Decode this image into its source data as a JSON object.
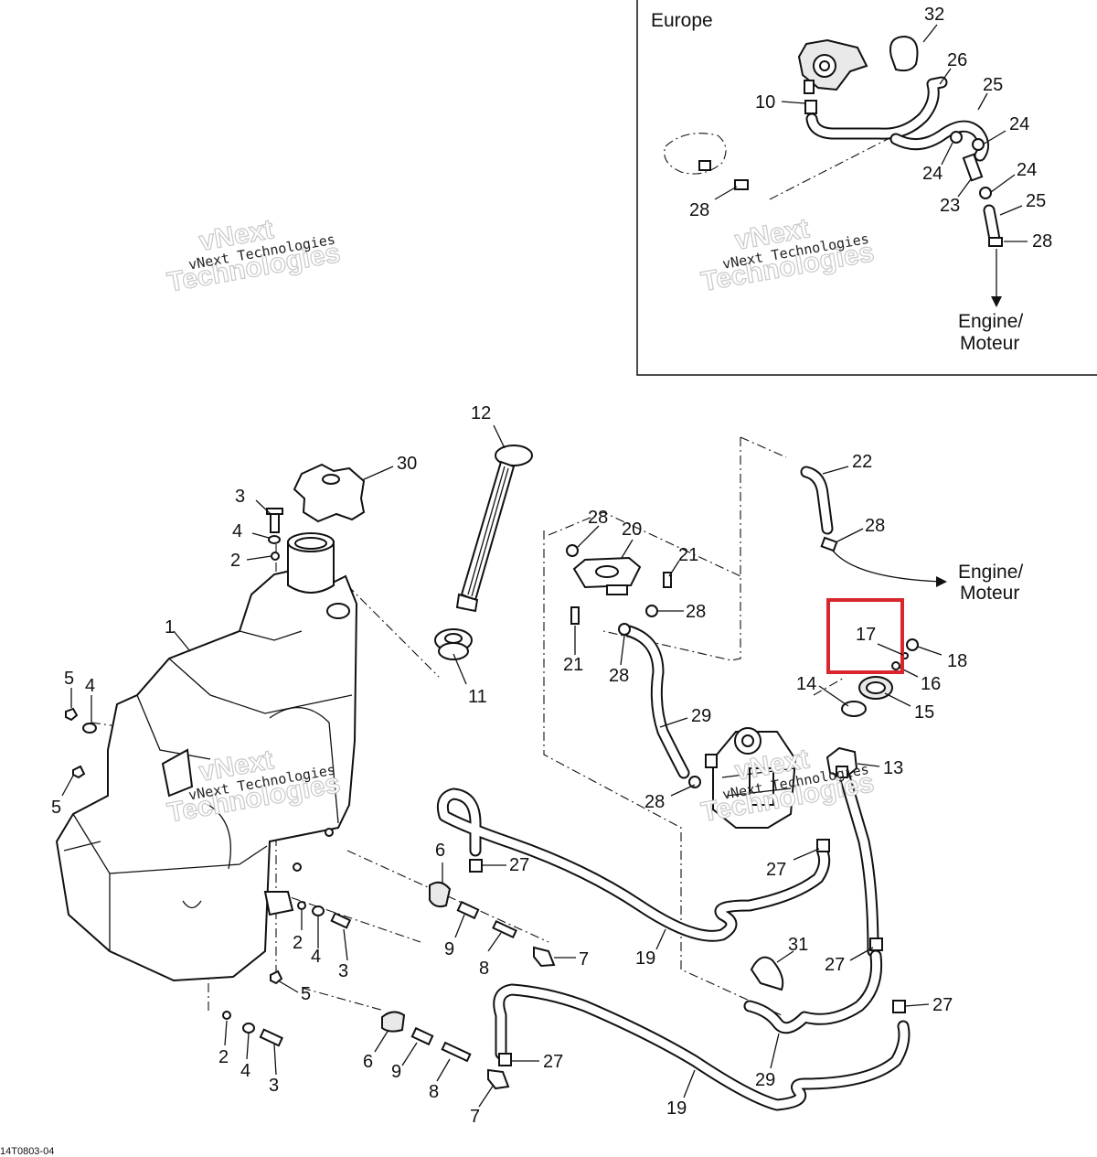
{
  "inset": {
    "region_label": "Europe",
    "destination_label_line1": "Engine/",
    "destination_label_line2": "Moteur",
    "callouts": [
      "32",
      "26",
      "25",
      "10",
      "24",
      "24",
      "24",
      "23",
      "25",
      "28",
      "28"
    ]
  },
  "main": {
    "destination_label_line1": "Engine/",
    "destination_label_line2": "Moteur",
    "highlighted_callout": "17",
    "callouts": [
      "12",
      "30",
      "3",
      "4",
      "2",
      "1",
      "5",
      "4",
      "5",
      "11",
      "28",
      "20",
      "21",
      "28",
      "21",
      "28",
      "22",
      "28",
      "18",
      "16",
      "14",
      "15",
      "29",
      "13",
      "28",
      "6",
      "27",
      "27",
      "9",
      "8",
      "7",
      "19",
      "2",
      "4",
      "3",
      "5",
      "31",
      "27",
      "27",
      "6",
      "9",
      "8",
      "7",
      "27",
      "29",
      "19",
      "2",
      "4",
      "3"
    ]
  },
  "watermark": {
    "small_text": "vNext Technologies",
    "big_line1": "vNext",
    "big_line2": "Technologies"
  },
  "reference_code": "14T0803-04",
  "colors": {
    "line": "#111111",
    "highlight": "#d9262c",
    "background": "#ffffff"
  }
}
